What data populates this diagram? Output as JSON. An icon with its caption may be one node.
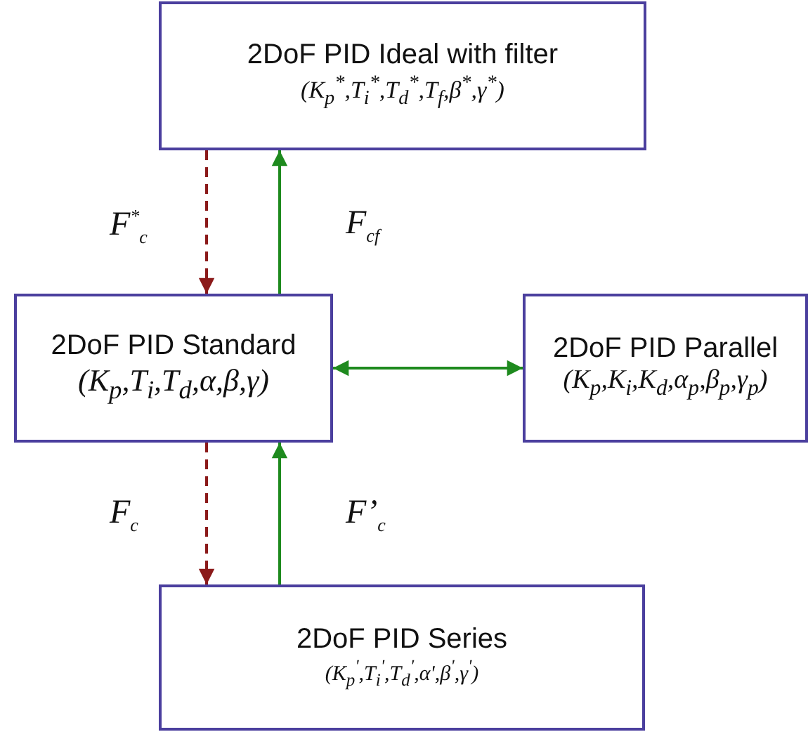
{
  "diagram": {
    "nodes": [
      {
        "text": [
          "2DoF PID Ideal with filter",
          "(K$_{p}$$^{*}$,T$_{i}$$^{*}$,T$_{d}$$^{*}$,T$_{f}$,β$^{*}$,γ$^{*}$)"
        ]
      },
      {
        "text": [
          "2DoF PID Standard",
          "(K$_{p}$,T$_{i}$,T$_{d}$,α,β,γ)"
        ]
      },
      {
        "text": [
          "2DoF PID Parallel",
          "(K$_{p}$,K$_{i}$,K$_{d}$,α$_{p}$,β$_{p}$,γ$_{p}$)"
        ]
      },
      {
        "text": [
          "2DoF PID Series",
          "(K$_{p}$$^{'}$,T$_{i}$$^{'}$,T$_{d}$$^{'}$,α',β$^{'}$,γ$^{'}$)"
        ]
      }
    ],
    "edges": [
      {
        "from": 0,
        "to": 1,
        "arrow": "to",
        "label": "F$^{*}$$_{c}$",
        "style": "dashed",
        "color": "#8b1a1a"
      },
      {
        "from": 1,
        "to": 0,
        "arrow": "to",
        "label": "F$_{cf}$"
      },
      {
        "from": 1,
        "to": 2,
        "arrow": "both"
      },
      {
        "from": 1,
        "to": 3,
        "arrow": "to",
        "label": "F$_{c}$",
        "style": "dashed",
        "color": "#8b1a1a"
      },
      {
        "from": 3,
        "to": 1,
        "arrow": "to",
        "label": "F’$_{c}$"
      }
    ]
  }
}
